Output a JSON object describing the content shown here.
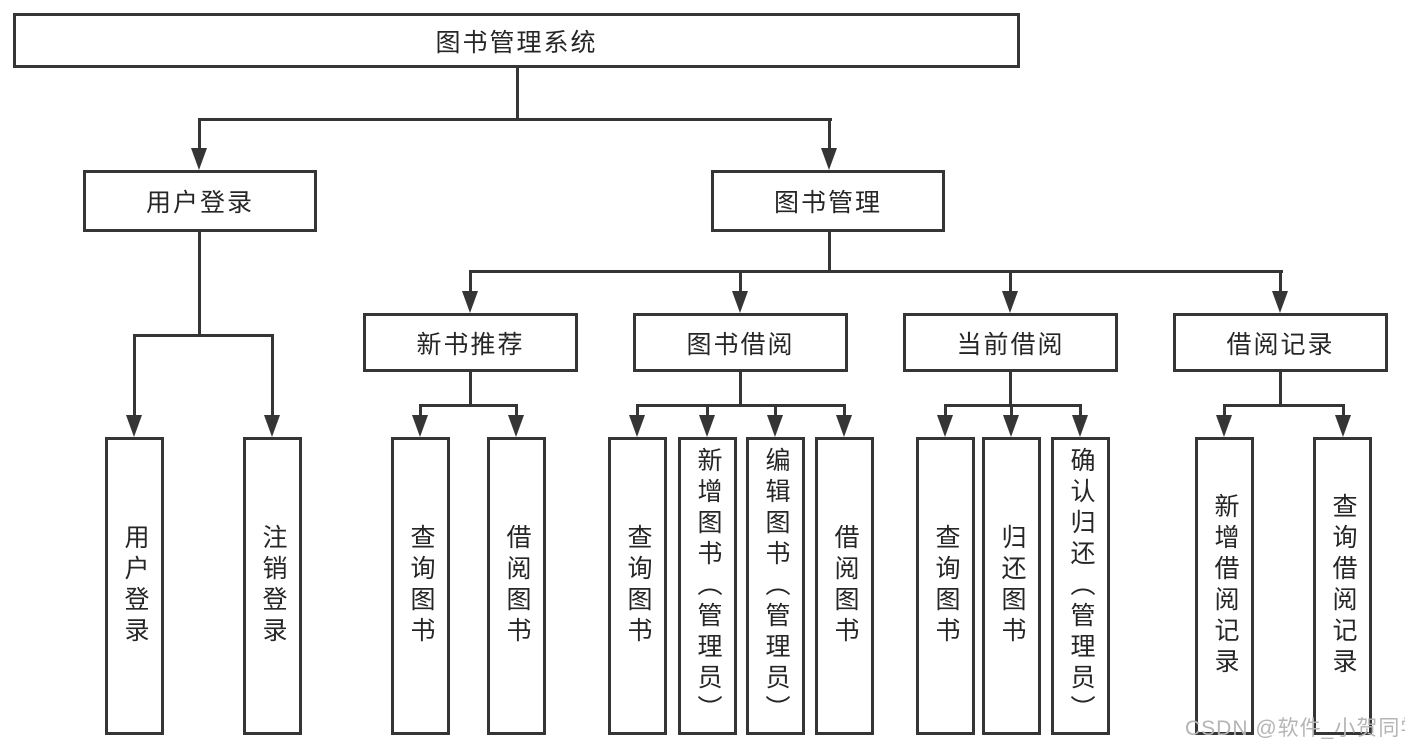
{
  "diagram": {
    "root": {
      "label": "图书管理系统"
    },
    "branches": [
      {
        "label": "用户登录",
        "children": [
          {
            "label": "用户登录"
          },
          {
            "label": "注销登录"
          }
        ]
      },
      {
        "label": "图书管理",
        "children": [
          {
            "label": "新书推荐",
            "children": [
              {
                "label": "查询图书"
              },
              {
                "label": "借阅图书"
              }
            ]
          },
          {
            "label": "图书借阅",
            "children": [
              {
                "label": "查询图书"
              },
              {
                "label": "新增图书（管理员）"
              },
              {
                "label": "编辑图书（管理员）"
              },
              {
                "label": "借阅图书"
              }
            ]
          },
          {
            "label": "当前借阅",
            "children": [
              {
                "label": "查询图书"
              },
              {
                "label": "归还图书"
              },
              {
                "label": "确认归还（管理员）"
              }
            ]
          },
          {
            "label": "借阅记录",
            "children": [
              {
                "label": "新增借阅记录"
              },
              {
                "label": "查询借阅记录"
              }
            ]
          }
        ]
      }
    ]
  },
  "watermark": {
    "text": "CSDN @软件_小贺同学"
  },
  "colors": {
    "line": "#353535",
    "text": "#262626",
    "watermark": "#b5b5b5",
    "background": "#ffffff"
  }
}
